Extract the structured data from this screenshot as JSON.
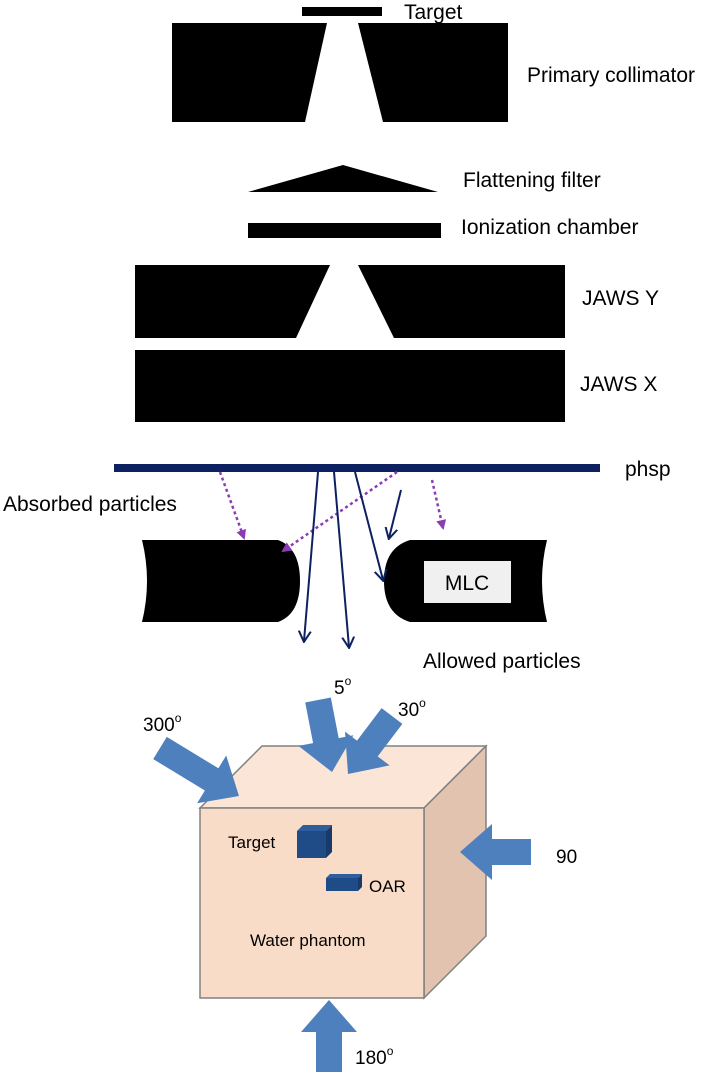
{
  "labels": {
    "target": "Target",
    "primary_collimator": "Primary collimator",
    "flattening_filter": "Flattening filter",
    "ionization_chamber": "Ionization chamber",
    "jaws_y": "JAWS Y",
    "jaws_x": "JAWS X",
    "phsp": "phsp",
    "absorbed_particles": "Absorbed particles",
    "mlc": "MLC",
    "allowed_particles": "Allowed particles"
  },
  "phantom": {
    "label": "Water phantom",
    "target_label": "Target",
    "oar_label": "OAR"
  },
  "beams": {
    "b5": {
      "value": "5",
      "sup": "o"
    },
    "b30": {
      "value": "30",
      "sup": "o"
    },
    "b300": {
      "value": "300",
      "sup": "o"
    },
    "b90": {
      "value": "90"
    },
    "b180": {
      "value": "180",
      "sup": "o"
    }
  },
  "colors": {
    "component": "#000000",
    "phsp_line": "#0d2060",
    "absorbed_arrow": "#8a3cb4",
    "allowed_arrow": "#0d2060",
    "beam_arrow": "#4f80be",
    "phantom_front": "#f9dcc7",
    "phantom_top": "#fbe5d6",
    "phantom_side": "#e2c3b0",
    "phantom_edge": "#808080",
    "organ": "#1f4b86",
    "mlc_label_box": "#f0f0f0"
  }
}
